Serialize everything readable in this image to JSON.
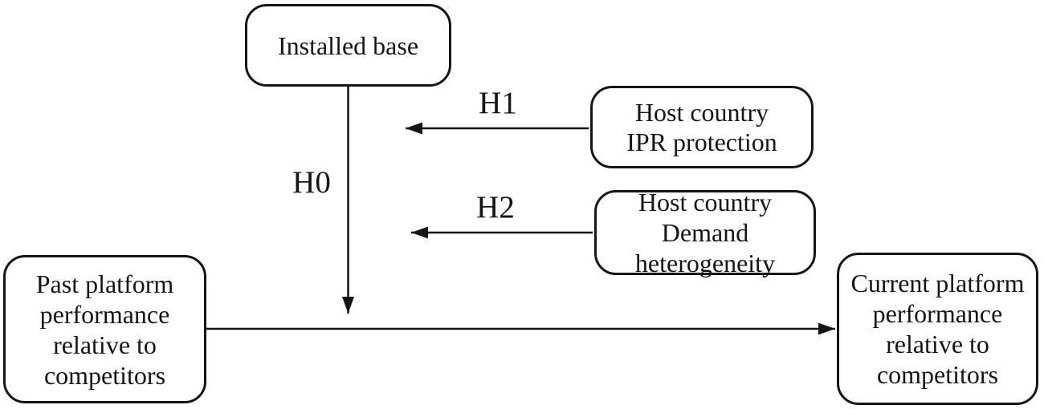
{
  "diagram": {
    "title": "",
    "nodes": {
      "installed_base": {
        "lines": [
          "Installed base"
        ]
      },
      "ipr": {
        "lines": [
          "Host country",
          "IPR protection"
        ]
      },
      "demand": {
        "lines": [
          "Host country",
          "Demand",
          "heterogeneity"
        ]
      },
      "past": {
        "lines": [
          "Past platform",
          "performance",
          "relative to",
          "competitors"
        ]
      },
      "current": {
        "lines": [
          "Current platform",
          "performance",
          "relative to",
          "competitors"
        ]
      }
    },
    "edges": {
      "h0": {
        "label": "H0",
        "from": "installed_base",
        "to": "main-path",
        "direction": "down"
      },
      "h1": {
        "label": "H1",
        "from": "ipr",
        "to": "h0-arrow",
        "direction": "left"
      },
      "h2": {
        "label": "H2",
        "from": "demand",
        "to": "h0-arrow",
        "direction": "left"
      },
      "main": {
        "label": "",
        "from": "past",
        "to": "current",
        "direction": "right"
      }
    },
    "colors": {
      "ink": "#151515",
      "background": "#ffffff"
    }
  }
}
